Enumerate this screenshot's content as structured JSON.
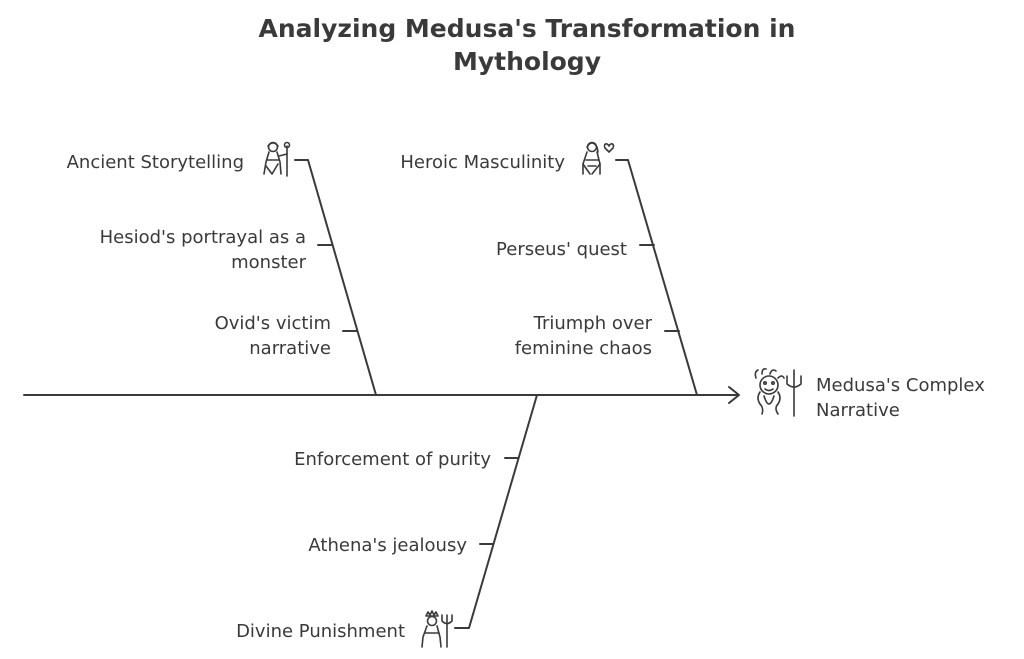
{
  "title": "Analyzing Medusa's Transformation in Mythology",
  "effect": {
    "label": "Medusa's Complex Narrative",
    "icon": "medusa-icon"
  },
  "categories": [
    {
      "label": "Ancient Storytelling",
      "icon": "storyteller-icon",
      "causes": [
        "Hesiod's portrayal as a monster",
        "Ovid's victim narrative"
      ]
    },
    {
      "label": "Heroic Masculinity",
      "icon": "hero-icon",
      "causes": [
        "Perseus' quest",
        "Triumph over feminine chaos"
      ]
    },
    {
      "label": "Divine Punishment",
      "icon": "divine-icon",
      "causes": [
        "Enforcement of purity",
        "Athena's jealousy"
      ]
    }
  ],
  "colors": {
    "ink": "#3a3a3a",
    "background": "#ffffff"
  }
}
